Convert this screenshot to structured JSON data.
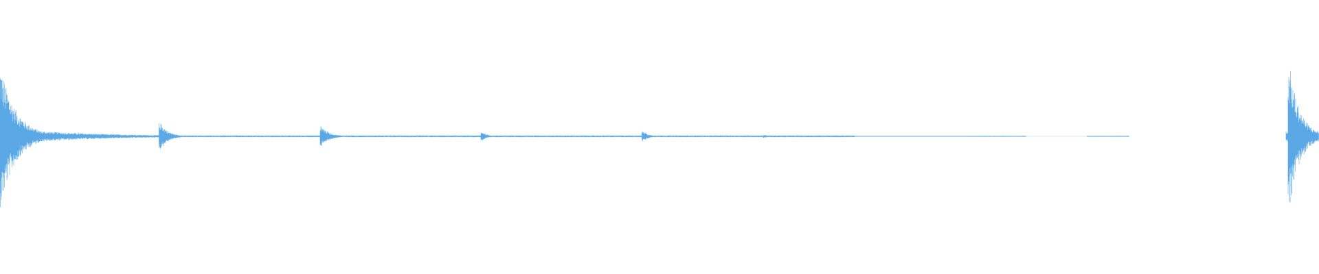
{
  "waveform": {
    "color": "#5aa9e6",
    "background": "#ffffff",
    "duration_fraction_note": "",
    "baseline_level": 0.01,
    "transients": [
      {
        "at": 0.0,
        "peak": 1.0,
        "decay": 0.012,
        "tail": 0.06
      },
      {
        "at": 0.122,
        "peak": 0.18,
        "decay": 0.006,
        "tail": 0.02
      },
      {
        "at": 0.244,
        "peak": 0.14,
        "decay": 0.006,
        "tail": 0.018
      },
      {
        "at": 0.366,
        "peak": 0.06,
        "decay": 0.004,
        "tail": 0.01
      },
      {
        "at": 0.488,
        "peak": 0.07,
        "decay": 0.004,
        "tail": 0.01
      },
      {
        "at": 0.58,
        "peak": 0.02,
        "decay": 0.004,
        "tail": 0.008
      },
      {
        "at": 0.978,
        "peak": 0.95,
        "decay": 0.008,
        "tail": 0.05
      }
    ],
    "quiet_segments": [
      {
        "from": 0.0,
        "to": 0.648,
        "level": 0.012
      },
      {
        "from": 0.648,
        "to": 0.735,
        "level": 0.004
      },
      {
        "from": 0.733,
        "to": 0.778,
        "level": 0.006
      },
      {
        "from": 0.824,
        "to": 0.856,
        "level": 0.006
      },
      {
        "from": 0.975,
        "to": 1.0,
        "level": 0.07
      }
    ]
  }
}
